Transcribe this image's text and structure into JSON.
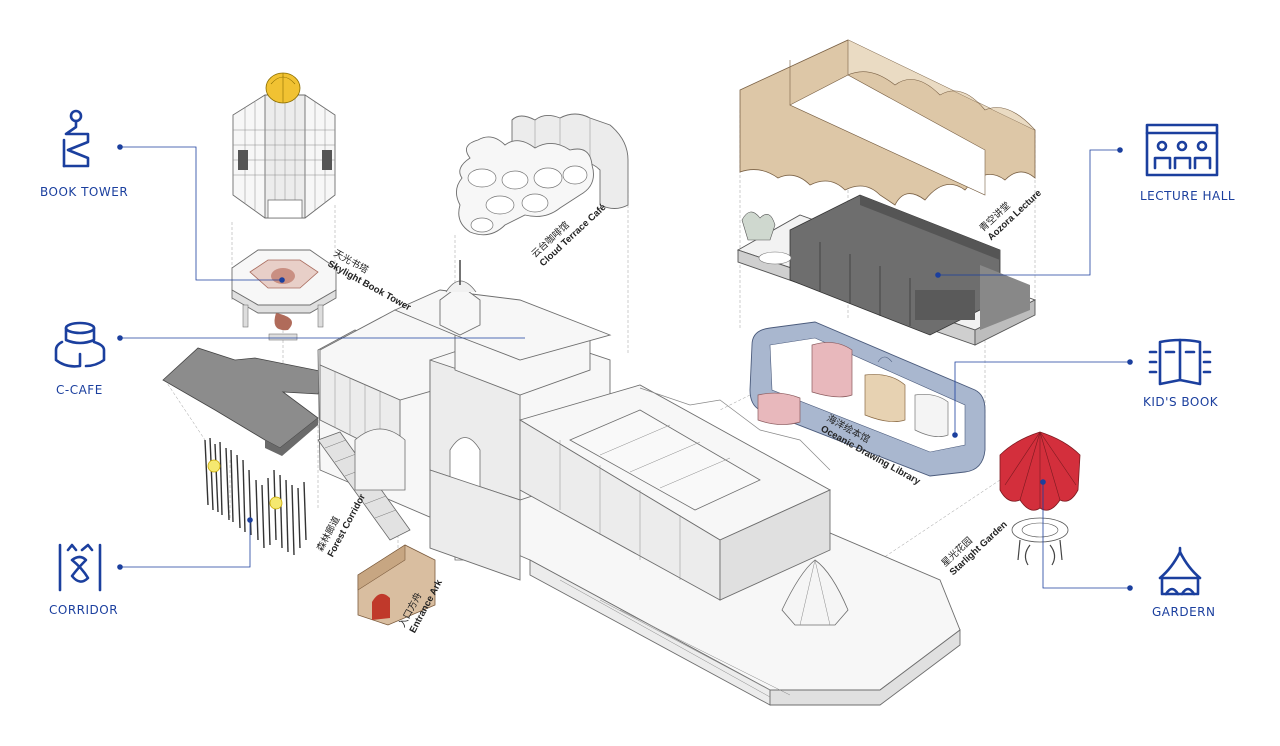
{
  "colors": {
    "accent": "#1b3f9e",
    "skylight_dome": "#f1c232",
    "garden_canopy": "#d32f3c",
    "library_pink": "#e8b8bc",
    "library_blue": "#a9b7cf",
    "ceiling_wood": "#ddc7a7",
    "entrance_ark": "#d9bea0",
    "entrance_ark_door": "#c0392b"
  },
  "icons": [
    {
      "key": "book_tower",
      "label": "BOOK TOWER",
      "icon": "spiral-tower-icon"
    },
    {
      "key": "c_cafe",
      "label": "C-CAFE",
      "icon": "stacked-cylinders-icon"
    },
    {
      "key": "corridor",
      "label": "CORRIDOR",
      "icon": "corridor-icon"
    },
    {
      "key": "lecture_hall",
      "label": "LECTURE HALL",
      "icon": "lecture-hall-icon"
    },
    {
      "key": "kids_book",
      "label": "KID'S BOOK",
      "icon": "open-book-icon"
    },
    {
      "key": "garden",
      "label": "GARDERN",
      "icon": "pavilion-icon"
    }
  ],
  "callouts": {
    "skylight": {
      "cn": "天光书塔",
      "en": "Skylight Book Tower"
    },
    "cloud_cafe": {
      "cn": "云台咖啡馆",
      "en": "Cloud Terrace Café"
    },
    "aozora": {
      "cn": "青空讲堂",
      "en": "Aozora Lecture"
    },
    "oceanic": {
      "cn": "海洋绘本馆",
      "en": "Oceanic Drawing Library"
    },
    "starlight": {
      "cn": "星光花园",
      "en": "Starlight Garden"
    },
    "forest": {
      "cn": "森林廊道",
      "en": "Forest Corridor"
    },
    "entrance": {
      "cn": "入口方舟",
      "en": "Entrance Ark"
    }
  }
}
